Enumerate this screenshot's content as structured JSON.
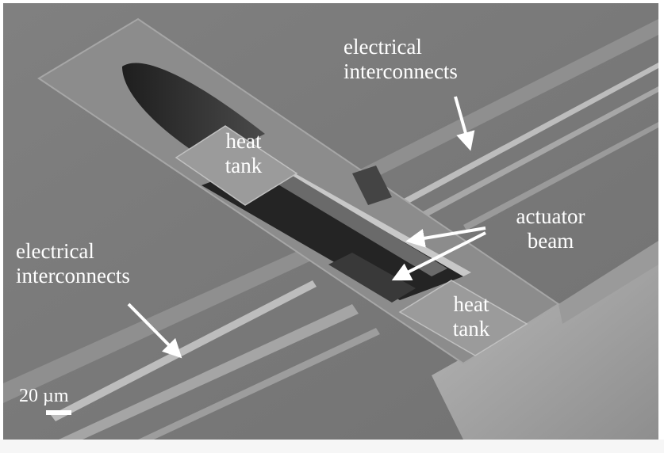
{
  "labels": {
    "interconnects_top": "electrical\ninterconnects",
    "interconnects_left": "electrical\ninterconnects",
    "heat_tank_top": "heat\ntank",
    "heat_tank_bottom": "heat\ntank",
    "actuator_beam": "actuator\nbeam"
  },
  "scale_bar": {
    "text": "20 µm"
  },
  "colors": {
    "background": "#7d7d7d",
    "platform": "#8c8c8c",
    "shadow": "#2e2e2e",
    "annotation": "#ffffff"
  }
}
